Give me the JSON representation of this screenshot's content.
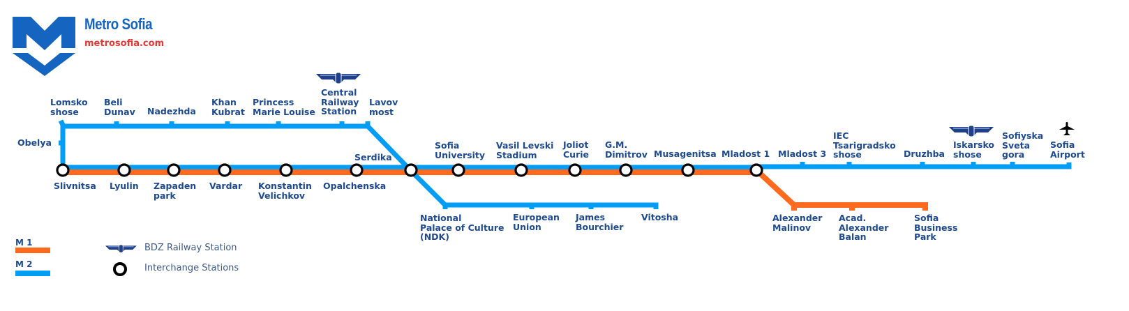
{
  "brand": {
    "title": "Metro Sofia",
    "url": "metrosofia.com",
    "logo_color": "#1565c0",
    "url_color": "#e53935"
  },
  "colors": {
    "m1": "#ff6a1f",
    "m2": "#039df5",
    "label": "#1e4a8f",
    "interchange_stroke": "#000000"
  },
  "lines": {
    "m1": {
      "label": "M 1",
      "stations": [
        "Slivnitsa",
        "Lyulin",
        "Zapaden park",
        "Vardar",
        "Konstantin Velichkov",
        "Opalchenska",
        "Serdika",
        "Sofia University",
        "Vasil Levski Stadium",
        "Joliot Curie",
        "G.M. Dimitrov",
        "Musagenitsa",
        "Mladost 1",
        "Alexander Malinov",
        "Acad. Alexander Balan",
        "Sofia Business Park"
      ]
    },
    "m2": {
      "label": "M 2",
      "stations": [
        "Obelya",
        "Lomsko shose",
        "Beli Dunav",
        "Nadezhda",
        "Khan Kubrat",
        "Princess Marie Louise",
        "Central Railway Station",
        "Lavov most",
        "Serdika",
        "National Palace of Culture (NDK)",
        "European Union",
        "James Bourchier",
        "Vitosha",
        "Mladost 3",
        "IEC Tsarigradsko shose",
        "Druzhba",
        "Iskarsko shose",
        "Sofiyska Sveta gora",
        "Sofia Airport"
      ]
    }
  },
  "stations": {
    "lomsko_shose": "Lomsko\nshose",
    "beli_dunav": "Beli\nDunav",
    "nadezhda": "Nadezhda",
    "khan_kubrat": "Khan\nKubrat",
    "princess_marie_louise": "Princess\nMarie Louise",
    "central_railway": "Central\nRailway\nStation",
    "lavov_most": "Lavov\nmost",
    "obelya": "Obelya",
    "serdika": "Serdika",
    "slivnitsa": "Slivnitsa",
    "lyulin": "Lyulin",
    "zapaden_park": "Zapaden\npark",
    "vardar": "Vardar",
    "konstantin_velichkov": "Konstantin\nVelichkov",
    "opalchenska": "Opalchenska",
    "sofia_university": "Sofia\nUniversity",
    "vasil_levski": "Vasil Levski\nStadium",
    "joliot_curie": "Joliot\nCurie",
    "gm_dimitrov": "G.M.\nDimitrov",
    "musagenitsa": "Musagenitsa",
    "mladost_1": "Mladost 1",
    "mladost_3": "Mladost 3",
    "iec_tsarigradsko": "IEC\nTsarigradsko\nshose",
    "druzhba": "Druzhba",
    "iskarsko_shose": "Iskarsko\nshose",
    "sofiyska_sveta_gora": "Sofiyska\nSveta\ngora",
    "sofia_airport": "Sofia\nAirport",
    "ndk": "National\nPalace of Culture\n(NDK)",
    "european_union": "European\nUnion",
    "james_bourchier": "James\nBourchier",
    "vitosha": "Vitosha",
    "alexander_malinov": "Alexander\nMalinov",
    "acad_balan": "Acad.\nAlexander\nBalan",
    "sofia_business_park": "Sofia\nBusiness\nPark"
  },
  "icons": {
    "railway": "bdz-railway-icon",
    "airport": "airplane-icon",
    "interchange": "interchange-circle-icon"
  },
  "legend": {
    "m1_label": "M 1",
    "m2_label": "M 2",
    "bdz_label": "BDZ Railway Station",
    "interchange_label": "Interchange Stations"
  }
}
